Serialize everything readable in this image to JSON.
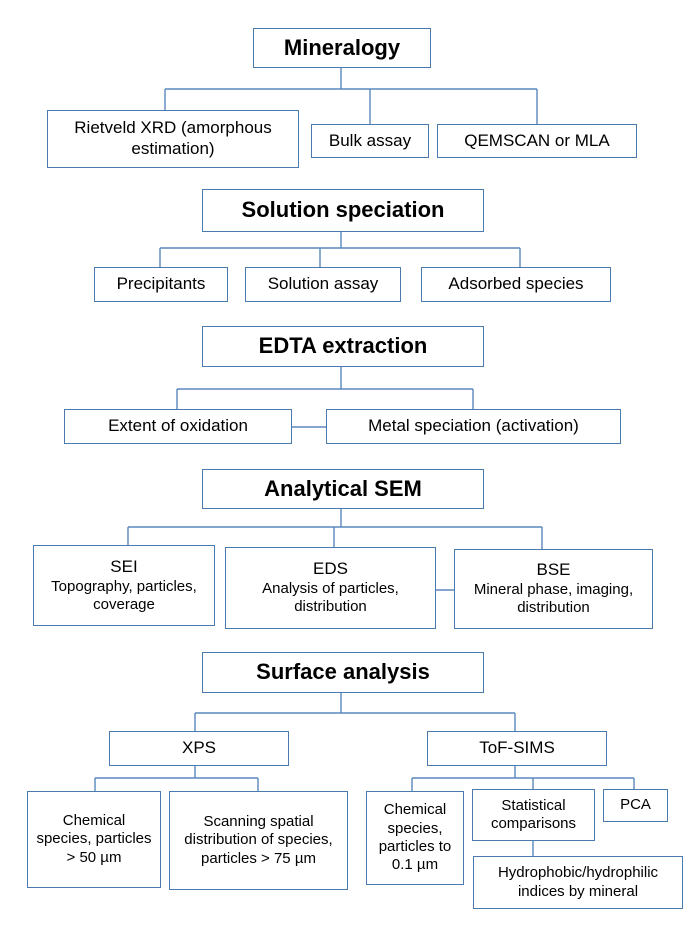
{
  "mineralogy": {
    "title": "Mineralogy",
    "rietveld": "Rietveld XRD  (amorphous estimation)",
    "bulk_assay": "Bulk assay",
    "qemscan": "QEMSCAN or MLA"
  },
  "solution": {
    "title": "Solution speciation",
    "precipitants": "Precipitants",
    "assay": "Solution assay",
    "adsorbed": "Adsorbed species"
  },
  "edta": {
    "title": "EDTA extraction",
    "oxidation": "Extent of oxidation",
    "metal": "Metal speciation (activation)"
  },
  "sem": {
    "title": "Analytical SEM",
    "sei_title": "SEI",
    "sei_desc": "Topography, particles, coverage",
    "eds_title": "EDS",
    "eds_desc": "Analysis of particles, distribution",
    "bse_title": "BSE",
    "bse_desc": "Mineral phase, imaging, distribution"
  },
  "surface": {
    "title": "Surface analysis",
    "xps": "XPS",
    "xps_chemical": "Chemical species, particles > 50 µm",
    "xps_scanning": "Scanning spatial distribution of species, particles > 75 µm",
    "tofsims": "ToF-SIMS",
    "tof_chemical": "Chemical species, particles to 0.1 µm",
    "statistical": "Statistical comparisons",
    "pca": "PCA",
    "hydrophobic": "Hydrophobic/hydrophilic indices by mineral"
  }
}
